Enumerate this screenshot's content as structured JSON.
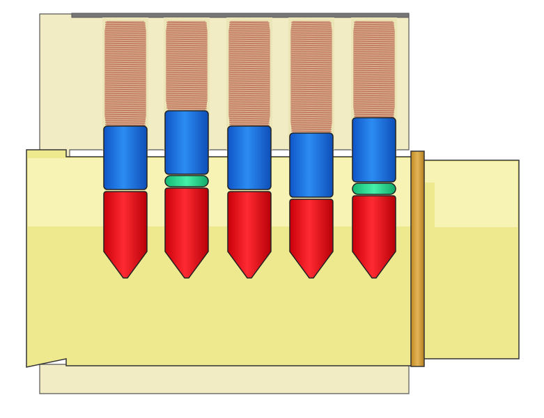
{
  "figure": {
    "description_visible_text": "",
    "pin_stacks": [
      {
        "pin": "pin-stack-1",
        "has_master_wafer": false
      },
      {
        "pin": "pin-stack-2",
        "has_master_wafer": true
      },
      {
        "pin": "pin-stack-3",
        "has_master_wafer": false
      },
      {
        "pin": "pin-stack-4",
        "has_master_wafer": false
      },
      {
        "pin": "pin-stack-5",
        "has_master_wafer": true
      }
    ]
  },
  "colors": {
    "housing": "#f2ecc4",
    "plug": "#eee88f",
    "plug_light": "#f6f3b4",
    "spring": "#c98b6b",
    "driver_pin": "#1f73e0",
    "key_pin": "#e8101a",
    "master_wafer": "#27d48a",
    "cam": "#d6a23a",
    "outline": "#222222",
    "top_bar": "#777777"
  }
}
